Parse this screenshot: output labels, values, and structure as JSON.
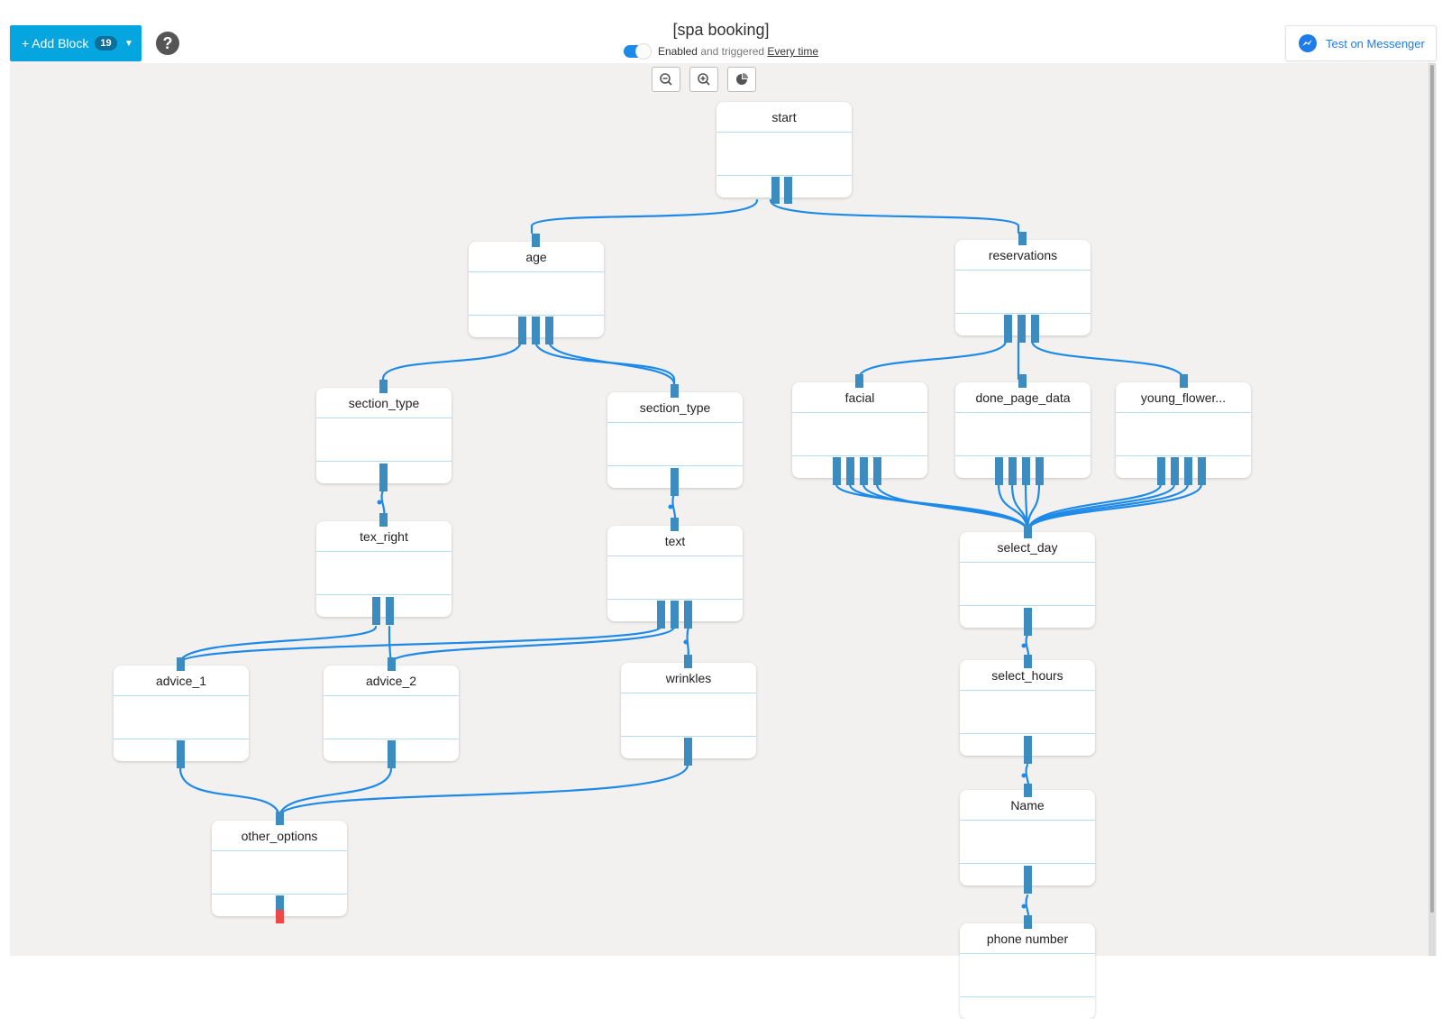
{
  "toolbar": {
    "add_block_label": "+ Add Block",
    "block_count": "19",
    "help_label": "?",
    "test_label": "Test on Messenger"
  },
  "flow": {
    "title": "[spa booking]",
    "status_enabled": "Enabled",
    "status_and": " and triggered ",
    "status_trigger": "Every time"
  },
  "colors": {
    "accent": "#05a5e0",
    "edge": "#1d8ae8",
    "port": "#3d8cbf",
    "error_port": "#f04848",
    "canvas": "#f2f1f0"
  },
  "zoom_controls": [
    "zoom-out-icon",
    "zoom-in-icon",
    "pie-chart-icon"
  ],
  "blocks": [
    {
      "id": "start",
      "label": "start"
    },
    {
      "id": "age",
      "label": "age"
    },
    {
      "id": "reservations",
      "label": "reservations"
    },
    {
      "id": "section_type_l",
      "label": "section_type"
    },
    {
      "id": "section_type_r",
      "label": "section_type"
    },
    {
      "id": "facial",
      "label": "facial"
    },
    {
      "id": "done_page_data",
      "label": "done_page_data"
    },
    {
      "id": "young_flower",
      "label": "young_flower..."
    },
    {
      "id": "tex_right",
      "label": "tex_right"
    },
    {
      "id": "text",
      "label": "text"
    },
    {
      "id": "select_day",
      "label": "select_day"
    },
    {
      "id": "advice_1",
      "label": "advice_1"
    },
    {
      "id": "advice_2",
      "label": "advice_2"
    },
    {
      "id": "wrinkles",
      "label": "wrinkles"
    },
    {
      "id": "select_hours",
      "label": "select_hours"
    },
    {
      "id": "Name",
      "label": "Name"
    },
    {
      "id": "other_options",
      "label": "other_options"
    },
    {
      "id": "phone_number",
      "label": "phone number"
    }
  ],
  "connections": [
    [
      "start",
      "age"
    ],
    [
      "start",
      "reservations"
    ],
    [
      "age",
      "section_type_l"
    ],
    [
      "age",
      "section_type_r"
    ],
    [
      "age",
      "section_type_r"
    ],
    [
      "reservations",
      "facial"
    ],
    [
      "reservations",
      "done_page_data"
    ],
    [
      "reservations",
      "young_flower"
    ],
    [
      "section_type_l",
      "tex_right"
    ],
    [
      "section_type_r",
      "text"
    ],
    [
      "tex_right",
      "advice_1"
    ],
    [
      "tex_right",
      "advice_2"
    ],
    [
      "text",
      "advice_1"
    ],
    [
      "text",
      "advice_2"
    ],
    [
      "text",
      "wrinkles"
    ],
    [
      "facial",
      "select_day"
    ],
    [
      "done_page_data",
      "select_day"
    ],
    [
      "young_flower",
      "select_day"
    ],
    [
      "select_day",
      "select_hours"
    ],
    [
      "select_hours",
      "Name"
    ],
    [
      "Name",
      "phone_number"
    ],
    [
      "advice_1",
      "other_options"
    ],
    [
      "advice_2",
      "other_options"
    ],
    [
      "wrinkles",
      "other_options"
    ]
  ]
}
